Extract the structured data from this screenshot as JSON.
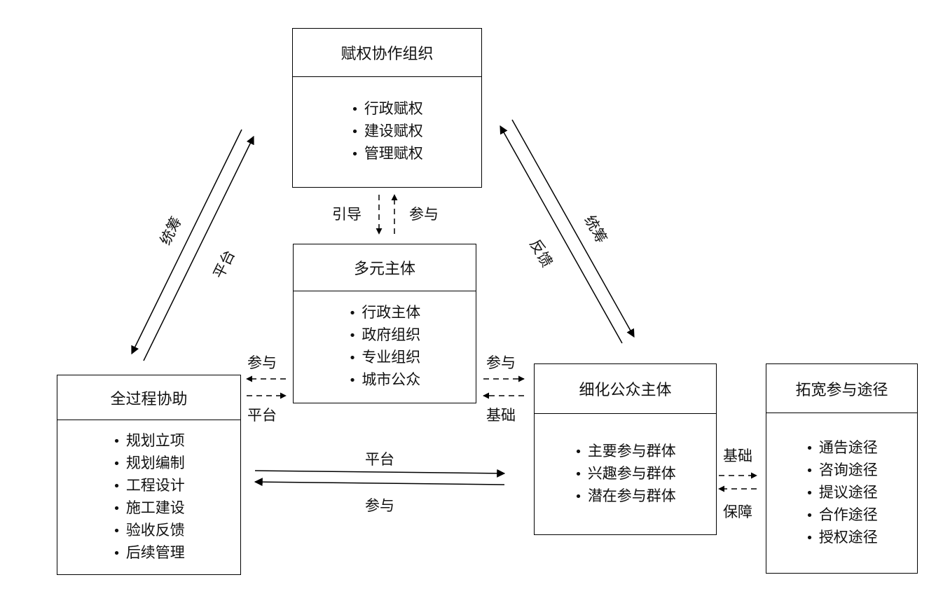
{
  "boxes": {
    "authorization": {
      "title": "赋权协作组织",
      "items": [
        "行政赋权",
        "建设赋权",
        "管理赋权"
      ]
    },
    "multi_subject": {
      "title": "多元主体",
      "items": [
        "行政主体",
        "政府组织",
        "专业组织",
        "城市公众"
      ]
    },
    "whole_process": {
      "title": "全过程协助",
      "items": [
        "规划立项",
        "规划编制",
        "工程设计",
        "施工建设",
        "验收反馈",
        "后续管理"
      ]
    },
    "public_subject": {
      "title": "细化公众主体",
      "items": [
        "主要参与群体",
        "兴趣参与群体",
        "潜在参与群体"
      ]
    },
    "channels": {
      "title": "拓宽参与途径",
      "items": [
        "通告途径",
        "咨询途径",
        "提议途径",
        "合作途径",
        "授权途径"
      ]
    }
  },
  "labels": {
    "guide": "引导",
    "participate_top": "参与",
    "left_coordinate": "统筹",
    "left_platform": "平台",
    "right_feedback": "反馈",
    "right_coordinate": "统筹",
    "mid_left_participate": "参与",
    "mid_left_platform": "平台",
    "mid_right_participate": "参与",
    "mid_right_basis": "基础",
    "bottom_platform": "平台",
    "bottom_participate": "参与",
    "far_right_basis": "基础",
    "far_right_guarantee": "保障"
  }
}
